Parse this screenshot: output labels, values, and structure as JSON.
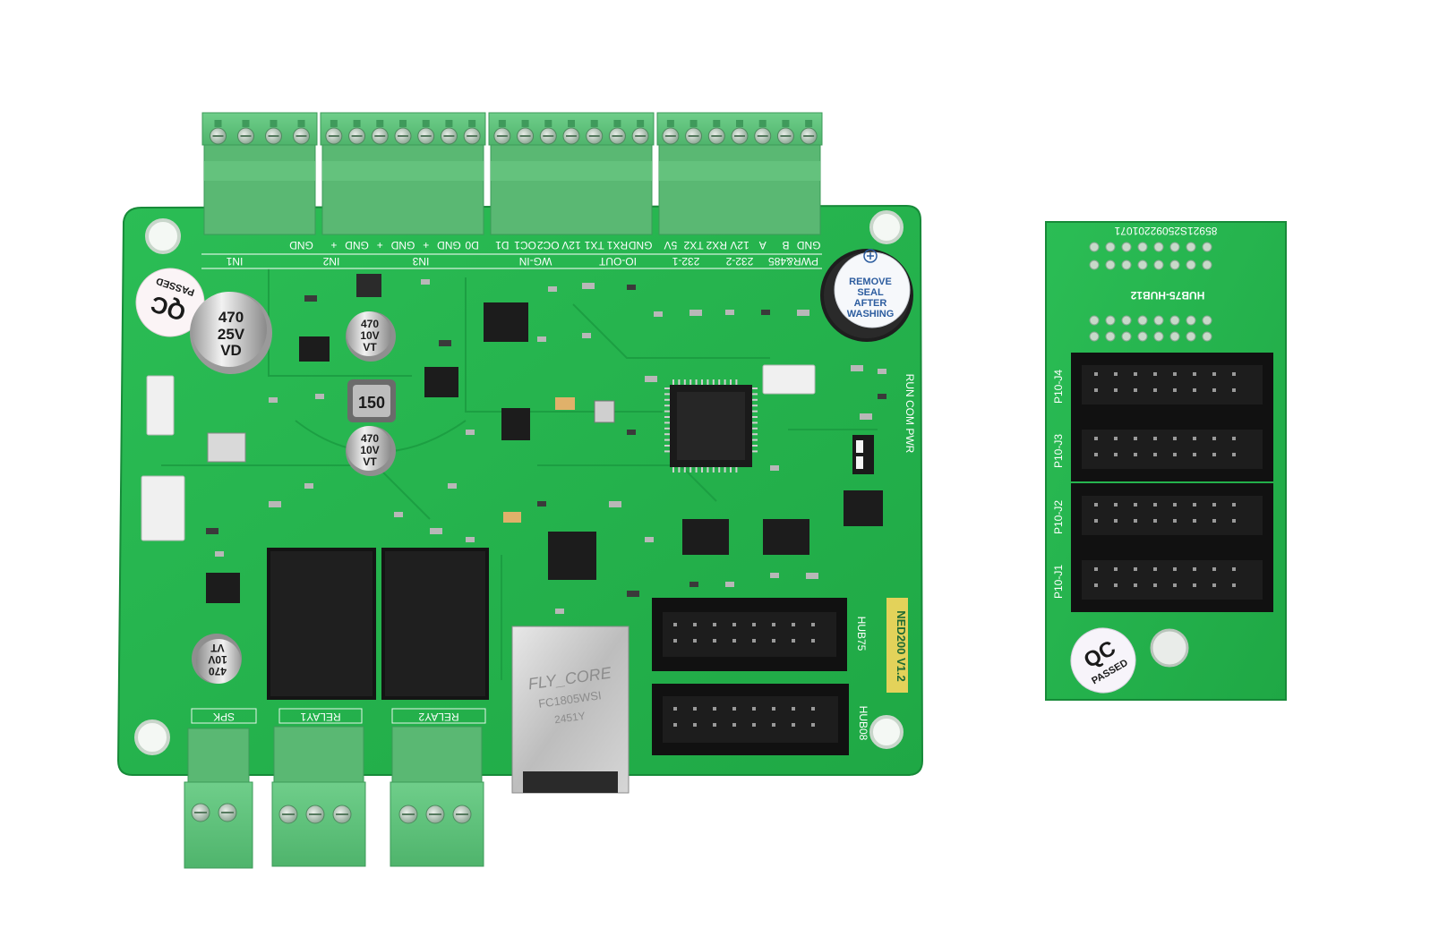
{
  "main_board": {
    "model": "NED200 V1.2",
    "top_labels": [
      "GND",
      "B",
      "A",
      "12V",
      "RX2",
      "TX2",
      "5V",
      "GND",
      "RX1",
      "TX1",
      "12V",
      "OC2",
      "OC1",
      "D1",
      "D0",
      "GND",
      "+",
      "GND",
      "+",
      "GND",
      "+",
      "GND"
    ],
    "group_labels": [
      "PWR&485",
      "232-2",
      "232-1",
      "IO-OUT",
      "WG-IN",
      "IN3",
      "IN2",
      "IN1"
    ],
    "bottom_labels": [
      "SPK",
      "RELAY1",
      "RELAY2"
    ],
    "side_labels": {
      "hub75": "HUB75",
      "hub08": "HUB08",
      "status": "RUN COM PWR"
    },
    "capacitors": [
      {
        "id": "cap-c1",
        "lines": [
          "470",
          "25V",
          "VD"
        ]
      },
      {
        "id": "cap-c2",
        "lines": [
          "470",
          "10V",
          "VT"
        ]
      },
      {
        "id": "cap-c3",
        "lines": [
          "470",
          "10V",
          "VT"
        ]
      },
      {
        "id": "cap-c4",
        "lines": [
          "470",
          "10V",
          "VT"
        ]
      }
    ],
    "inductor": "150",
    "qc_sticker": [
      "QC",
      "PASSED"
    ],
    "buzzer_sticker": [
      "REMOVE",
      "SEAL",
      "AFTER",
      "WASHING"
    ],
    "ethernet_jack": [
      "FLY_CORE",
      "FC1805WSI",
      "2451Y"
    ]
  },
  "adapter_board": {
    "model": "HUB75-HUB12",
    "serial": "85921S25092201071",
    "connector_labels": [
      "P10-J4",
      "P10-J3",
      "P10-J2",
      "P10-J1"
    ],
    "qc_sticker": [
      "QC",
      "PASSED"
    ]
  },
  "colors": {
    "pcb": "#22b24c",
    "terminal": "#5cbf78",
    "background": "#ffffff"
  }
}
